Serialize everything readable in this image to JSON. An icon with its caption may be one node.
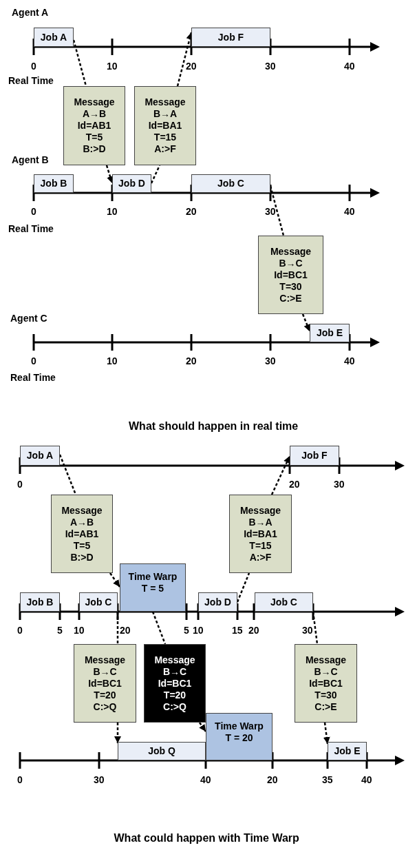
{
  "diagram": {
    "nodes": [
      {
        "text": [
          "Job A"
        ]
      },
      {
        "text": [
          "Job F"
        ]
      },
      {
        "text": [
          "Message A→B Id=AB1 T=5 B:>D"
        ]
      },
      {
        "text": [
          "Message B→A Id=BA1 T=15 A:>F"
        ]
      },
      {
        "text": [
          "Job B"
        ]
      },
      {
        "text": [
          "Job D"
        ]
      },
      {
        "text": [
          "Job C"
        ]
      },
      {
        "text": [
          "Message B→C Id=BC1 T=30 C:>E"
        ]
      },
      {
        "text": [
          "Job E"
        ]
      },
      {
        "text": [
          "Job A"
        ]
      },
      {
        "text": [
          "Job F"
        ]
      },
      {
        "text": [
          "Message A→B Id=AB1 T=5 B:>D"
        ]
      },
      {
        "text": [
          "Message B→A Id=BA1 T=15 A:>F"
        ]
      },
      {
        "text": [
          "Job B"
        ]
      },
      {
        "text": [
          "Job C"
        ]
      },
      {
        "text": [
          "Time Warp",
          "T = 5"
        ]
      },
      {
        "text": [
          "Job D"
        ]
      },
      {
        "text": [
          "Job C"
        ]
      },
      {
        "text": [
          "Message B→C Id=BC1 T=20 C:>Q"
        ]
      },
      {
        "text": [
          "Message B→C Id=BC1 T=20 C:>Q"
        ]
      },
      {
        "text": [
          "Time Warp",
          "T = 20"
        ]
      },
      {
        "text": [
          "Message B→C Id=BC1 T=30 C:>E"
        ]
      },
      {
        "text": [
          "Job Q"
        ]
      },
      {
        "text": [
          "Job E"
        ]
      }
    ],
    "edges": [
      {
        "from": 0,
        "to": 2,
        "arrow": "none",
        "style": "dashed"
      },
      {
        "from": 2,
        "to": 5,
        "arrow": "to",
        "style": "dashed"
      },
      {
        "from": 5,
        "to": 3,
        "arrow": "none",
        "style": "dashed"
      },
      {
        "from": 3,
        "to": 1,
        "arrow": "to",
        "style": "dashed"
      },
      {
        "from": 6,
        "to": 7,
        "arrow": "none",
        "style": "dashed"
      },
      {
        "from": 7,
        "to": 8,
        "arrow": "to",
        "style": "dashed"
      },
      {
        "from": 9,
        "to": 11,
        "arrow": "none",
        "style": "dashed"
      },
      {
        "from": 11,
        "to": 15,
        "arrow": "to",
        "style": "dashed"
      },
      {
        "from": 16,
        "to": 12,
        "arrow": "none",
        "style": "dashed"
      },
      {
        "from": 12,
        "to": 10,
        "arrow": "to",
        "style": "dashed"
      },
      {
        "from": 14,
        "to": 18,
        "arrow": "none",
        "style": "dashed"
      },
      {
        "from": 18,
        "to": 22,
        "arrow": "to",
        "style": "dashed"
      },
      {
        "from": 15,
        "to": 19,
        "arrow": "none",
        "style": "dashed"
      },
      {
        "from": 19,
        "to": 20,
        "arrow": "to",
        "style": "dashed"
      },
      {
        "from": 17,
        "to": 21,
        "arrow": "none",
        "style": "dashed"
      },
      {
        "from": 21,
        "to": 23,
        "arrow": "to",
        "style": "dashed"
      }
    ],
    "labels": [
      "Agent A",
      "0",
      "10",
      "20",
      "30",
      "40",
      "Real Time",
      "Agent B",
      "0",
      "10",
      "20",
      "30",
      "40",
      "Real Time",
      "Agent C",
      "0",
      "10",
      "20",
      "30",
      "40",
      "Real Time",
      "What should happen in real time",
      "0",
      "20",
      "30",
      "0",
      "5",
      "10",
      "20",
      "5",
      "10",
      "15",
      "20",
      "30",
      "0",
      "30",
      "40",
      "20",
      "35",
      "40",
      "What could happen with Time Warp"
    ]
  }
}
